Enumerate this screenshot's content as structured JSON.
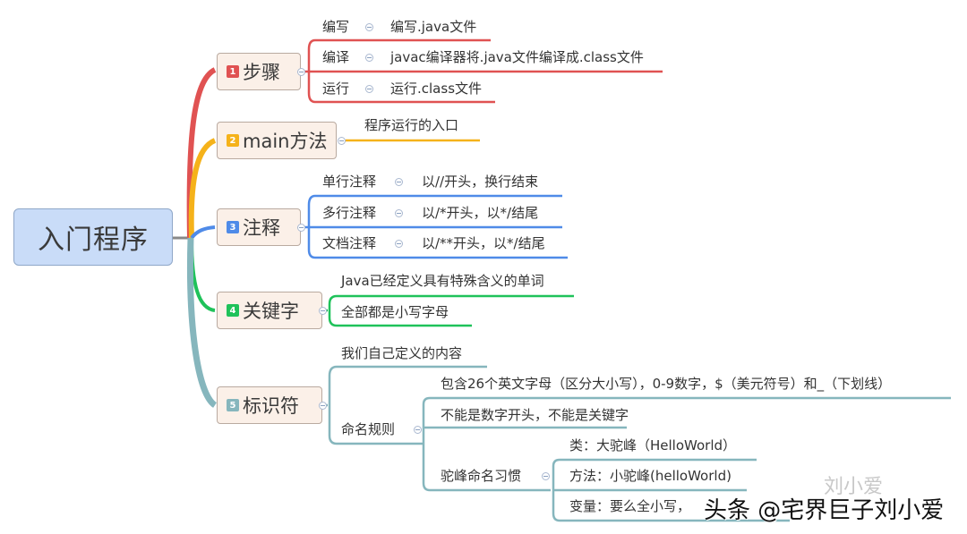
{
  "root": {
    "label": "入门程序",
    "color": "#c9dcf8"
  },
  "branches": [
    {
      "num": "1",
      "label": "步骤",
      "color": "#e05252",
      "children": [
        {
          "label": "编写",
          "detail": "编写.java文件"
        },
        {
          "label": "编译",
          "detail": "javac编译器将.java文件编译成.class文件"
        },
        {
          "label": "运行",
          "detail": "运行.class文件"
        }
      ]
    },
    {
      "num": "2",
      "label": "main方法",
      "color": "#f5b21a",
      "children": [
        {
          "label": "程序运行的入口"
        }
      ]
    },
    {
      "num": "3",
      "label": "注释",
      "color": "#4f8be8",
      "children": [
        {
          "label": "单行注释",
          "detail": "以//开头，换行结束"
        },
        {
          "label": "多行注释",
          "detail": "以/*开头，以*/结尾"
        },
        {
          "label": "文档注释",
          "detail": "以/**开头，以*/结尾"
        }
      ]
    },
    {
      "num": "4",
      "label": "关键字",
      "color": "#1fc25a",
      "children": [
        {
          "label": "Java已经定义具有特殊含义的单词"
        },
        {
          "label": "全部都是小写字母"
        }
      ]
    },
    {
      "num": "5",
      "label": "标识符",
      "color": "#86b6bd",
      "children": [
        {
          "label": "我们自己定义的内容"
        },
        {
          "label": "命名规则",
          "children": [
            {
              "label": "包含26个英文字母（区分大小写），0-9数字，$（美元符号）和_（下划线）"
            },
            {
              "label": "不能是数字开头，不能是关键字"
            },
            {
              "label": "驼峰命名习惯",
              "children": [
                {
                  "label": "类：大驼峰（HelloWorld）"
                },
                {
                  "label": "方法：小驼峰(helloWorld)"
                },
                {
                  "label": "变量：要么全小写，"
                }
              ]
            }
          ]
        }
      ]
    }
  ],
  "watermark": {
    "main": "头条 @宅界巨子刘小爱",
    "faint": "刘小爱"
  }
}
